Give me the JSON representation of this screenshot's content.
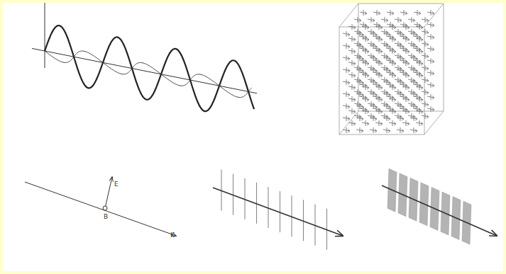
{
  "diagram": {
    "labels": [
      "E",
      "B",
      "K"
    ]
  }
}
